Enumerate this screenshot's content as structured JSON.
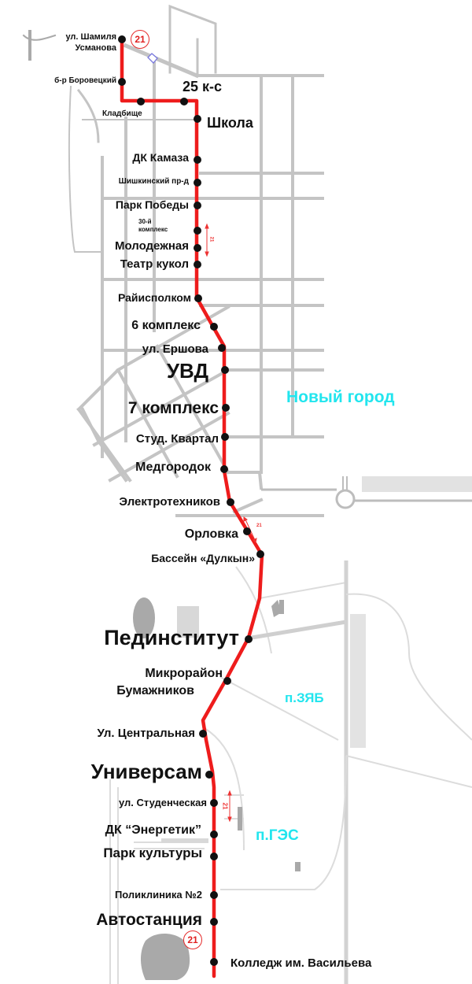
{
  "route": {
    "number": "21",
    "line_color": "#ee1c1c",
    "stop_color": "#111111",
    "area_label_color": "#22e5ee"
  },
  "stops": [
    {
      "name": "ул. Шамиля",
      "name2": "Усманова"
    },
    {
      "name": "б-р Боровецкий"
    },
    {
      "name": "Кладбище"
    },
    {
      "name": "25 к-с"
    },
    {
      "name": "Школа"
    },
    {
      "name": "ДК Камаза"
    },
    {
      "name": "Шишкинский пр-д"
    },
    {
      "name": "Парк Победы"
    },
    {
      "name": "30-й",
      "name2": "комплекс"
    },
    {
      "name": "Молодежная"
    },
    {
      "name": "Театр кукол"
    },
    {
      "name": "Райисполком"
    },
    {
      "name": "6 комплекс"
    },
    {
      "name": "ул. Ершова"
    },
    {
      "name": "УВД"
    },
    {
      "name": "7 комплекс"
    },
    {
      "name": "Студ. Квартал"
    },
    {
      "name": "Медгородок"
    },
    {
      "name": "Электротехников"
    },
    {
      "name": "Орловка"
    },
    {
      "name": "Бассейн «Дулкын»"
    },
    {
      "name": "Пединститут"
    },
    {
      "name": "Микрорайон",
      "name2": "Бумажников"
    },
    {
      "name": "Ул. Центральная"
    },
    {
      "name": "Универсам"
    },
    {
      "name": "ул. Студенческая"
    },
    {
      "name": "ДК “Энергетик”"
    },
    {
      "name": "Парк культуры"
    },
    {
      "name": "Поликлиника №2"
    },
    {
      "name": "Автостанция"
    },
    {
      "name": "Колледж им. Васильева"
    }
  ],
  "areas": [
    {
      "name": "Новый город"
    },
    {
      "name": "п.ЗЯБ"
    },
    {
      "name": "п.ГЭС"
    }
  ],
  "direction_markers": [
    {
      "label": "21"
    },
    {
      "label": "21"
    },
    {
      "label": "21"
    }
  ],
  "badges": [
    {
      "label": "21"
    },
    {
      "label": "21"
    }
  ]
}
